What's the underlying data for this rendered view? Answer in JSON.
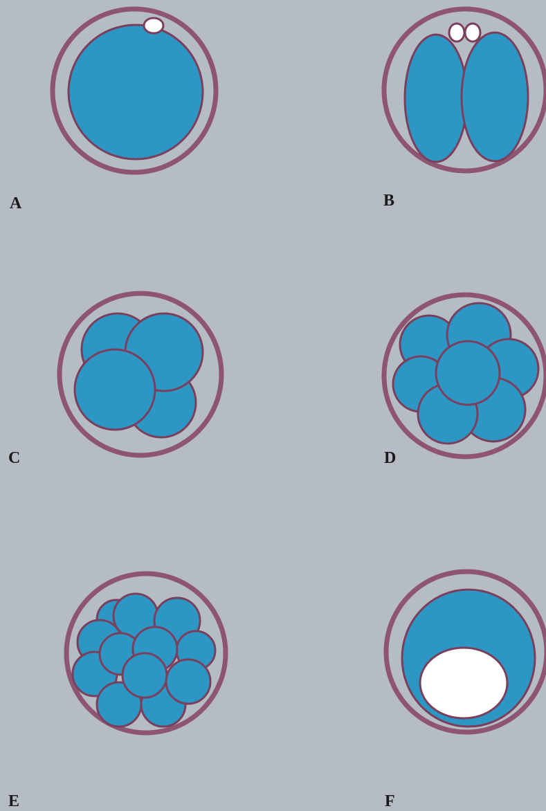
{
  "figure": {
    "panels": [
      {
        "id": "A",
        "label": "A"
      },
      {
        "id": "B",
        "label": "B"
      },
      {
        "id": "C",
        "label": "C"
      },
      {
        "id": "D",
        "label": "D"
      },
      {
        "id": "E",
        "label": "E"
      },
      {
        "id": "F",
        "label": "F"
      }
    ]
  },
  "colors": {
    "background": "#b5bcc3",
    "zona_ring": "#8e5572",
    "cell_fill": "#2c97c4",
    "cell_outline": "#7a3f5c",
    "polar_body_fill": "#ffffff",
    "label_text": "#1a1a1a"
  }
}
